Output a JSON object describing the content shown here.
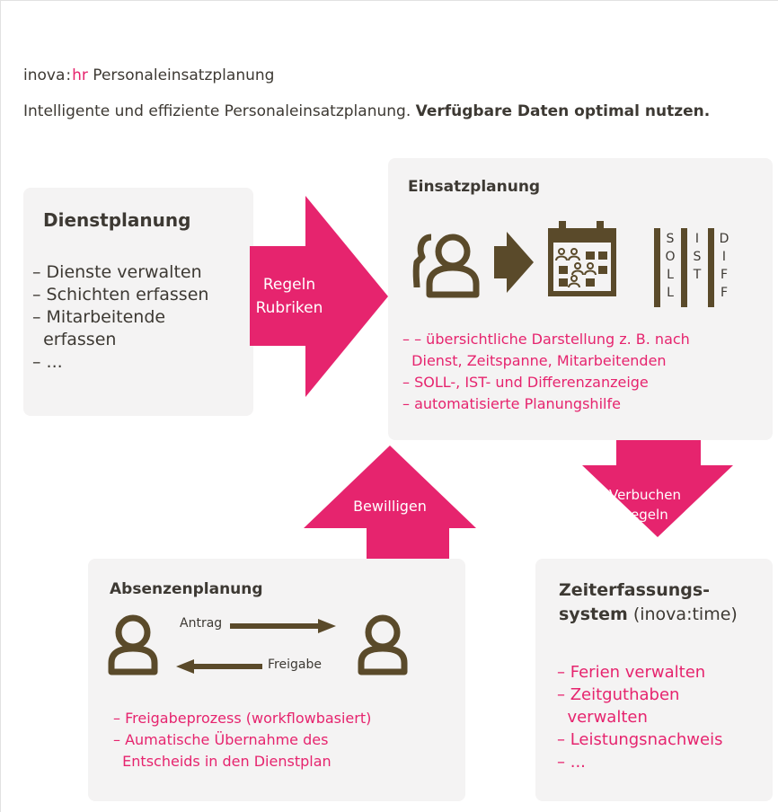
{
  "header": {
    "brand_prefix": "inova",
    "brand_sep": ":",
    "brand_accent": "hr",
    "brand_suffix": "Personaleinsatzplanung"
  },
  "tagline": {
    "normal": "Intelligente und effiziente Personaleinsatzplanung.",
    "bold": "Verfügbare Daten optimal nutzen."
  },
  "colors": {
    "accent": "#e6246e",
    "dark": "#5a4a2a",
    "box_bg": "#f4f3f3"
  },
  "dienstplanung": {
    "title": "Dienstplanung",
    "items": [
      "– Dienste verwalten",
      "– Schichten erfassen",
      "– Mitarbeitende",
      "  erfassen",
      "– ..."
    ]
  },
  "arrow_regeln": {
    "line1": "Regeln",
    "line2": "Rubriken"
  },
  "einsatzplanung": {
    "title": "Einsatzplanung",
    "icons": [
      "people-icon",
      "arrow-right-icon",
      "calendar-icon",
      "soll-ist-diff-icon"
    ],
    "columns": [
      {
        "letters": [
          "S",
          "O",
          "L",
          "L"
        ]
      },
      {
        "letters": [
          "I",
          "S",
          "T"
        ]
      },
      {
        "letters": [
          "D",
          "I",
          "F",
          "F"
        ]
      }
    ],
    "items": [
      "– – übersichtliche Darstellung z. B. nach",
      "  Dienst, Zeitspanne, Mitarbeitenden",
      "– SOLL-, IST- und Differenzanzeige",
      "– automatisierte Planungshilfe"
    ]
  },
  "arrow_bewilligen": {
    "label": "Bewilligen"
  },
  "arrow_verbuchen": {
    "line1": "Verbuchen",
    "line2": "Regeln"
  },
  "absenzenplanung": {
    "title": "Absenzenplanung",
    "antrag": "Antrag",
    "freigabe": "Freigabe",
    "items": [
      "– Freigabeprozess (workflowbasiert)",
      "– Aumatische Übernahme des",
      "  Entscheids in den Dienstplan"
    ]
  },
  "zeiterfassung": {
    "title_line1": "Zeiterfassungs-",
    "title_line2": "system",
    "title_suffix": "(inova:time)",
    "items": [
      "– Ferien verwalten",
      "– Zeitguthaben",
      "  verwalten",
      "– Leistungsnachweis",
      "– ..."
    ]
  }
}
